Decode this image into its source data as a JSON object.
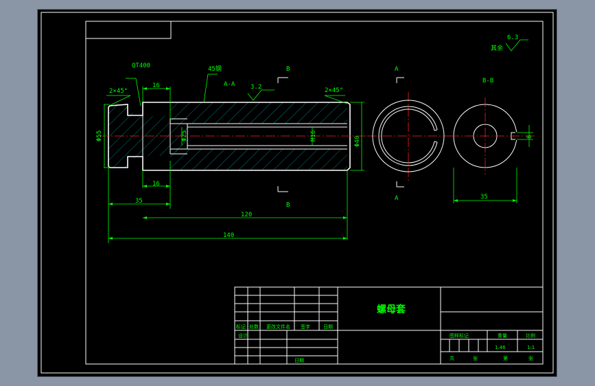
{
  "drawing": {
    "title": "螺母套",
    "material": "45钢",
    "material_hub": "QT400",
    "section_label": "A-A",
    "section_bb_label": "B-B",
    "view_a_top": "A",
    "view_a_bottom": "A",
    "cut_b_top": "B",
    "cut_b_bottom": "B",
    "roughness_general": "6.3",
    "roughness_note": "其余",
    "roughness_surface": "3.2",
    "chamfer_left": "2×45°",
    "chamfer_right": "2×45°"
  },
  "dimensions": {
    "d16_top": "16",
    "d16_bottom": "16",
    "d35": "35",
    "d120": "120",
    "d140": "140",
    "dia55": "Φ55",
    "dia25": "Φ25",
    "m16": "M16",
    "dia40": "Φ40",
    "bb35": "35",
    "bb8": "8"
  },
  "title_block": {
    "h_mark": "标记",
    "h_count": "处数",
    "h_doc": "更改文件名",
    "h_sign": "签字",
    "h_date": "日期",
    "h_design": "设计",
    "h_date2": "日期",
    "h_stage": "图样标记",
    "h_weight": "重量",
    "h_scale": "比例",
    "weight": "1.46",
    "scale": "1:1",
    "h_sheets": "共",
    "h_sheet": "张",
    "h_page": "第",
    "h_page2": "张"
  }
}
